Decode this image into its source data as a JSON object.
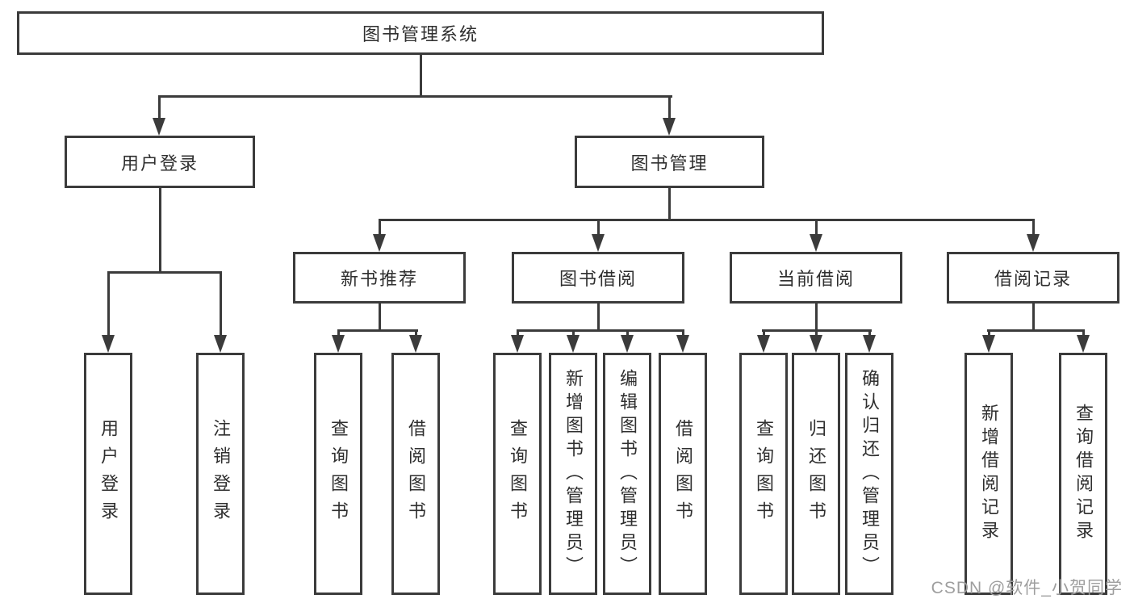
{
  "tree": {
    "root": {
      "label": "图书管理系统",
      "children": [
        {
          "label": "用户登录",
          "children": [
            {
              "label": "用户登录"
            },
            {
              "label": "注销登录"
            }
          ]
        },
        {
          "label": "图书管理",
          "children": [
            {
              "label": "新书推荐",
              "children": [
                {
                  "label": "查询图书"
                },
                {
                  "label": "借阅图书"
                }
              ]
            },
            {
              "label": "图书借阅",
              "children": [
                {
                  "label": "查询图书"
                },
                {
                  "label": "新增图书（管理员）"
                },
                {
                  "label": "编辑图书（管理员）"
                },
                {
                  "label": "借阅图书"
                }
              ]
            },
            {
              "label": "当前借阅",
              "children": [
                {
                  "label": "查询图书"
                },
                {
                  "label": "归还图书"
                },
                {
                  "label": "确认归还（管理员）"
                }
              ]
            },
            {
              "label": "借阅记录",
              "children": [
                {
                  "label": "新增借阅记录"
                },
                {
                  "label": "查询借阅记录"
                }
              ]
            }
          ]
        }
      ]
    }
  },
  "watermark": "CSDN @软件_小贺同学",
  "colors": {
    "line": "#3b3b3b",
    "text": "#2f2f2f",
    "box_background": "#ffffff",
    "page_background": "#ffffff",
    "watermark": "#9e9e9e"
  }
}
